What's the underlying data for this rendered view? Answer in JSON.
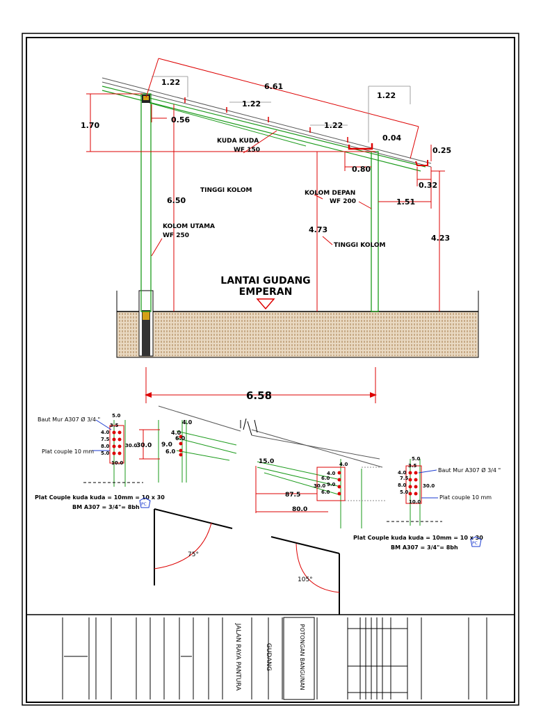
{
  "section": {
    "dims": {
      "slope_length": "6.61",
      "purlin_1": "1.22",
      "purlin_2": "1.22",
      "purlin_3": "1.22",
      "purlin_4": "1.22",
      "rise": "1.70",
      "overhang": "0.56",
      "gutter_gap": "0.04",
      "gutter_h": "0.25",
      "front_offset": "0.80",
      "gutter_w": "0.32",
      "canopy": "1.51",
      "main_col_height": "6.50",
      "front_col_height": "4.73",
      "eave_height": "4.23",
      "span": "6.58"
    },
    "labels": {
      "rafter": "KUDA KUDA",
      "rafter_size": "WF 150",
      "col_height_1": "TINGGI KOLOM",
      "col_height_2": "TINGGI KOLOM",
      "main_col": "KOLOM UTAMA",
      "main_col_size": "WF 250",
      "front_col": "KOLOM DEPAN",
      "front_col_size": "WF 200",
      "floor_1": "LANTAI GUDANG",
      "floor_2": "EMPERAN"
    }
  },
  "details": {
    "left": {
      "bolt": "Baut Mur A307 Ø 3/4 \"",
      "plate": "Plat couple 10 mm",
      "note_1": "Plat Couple kuda kuda = 10mm = 10 x 30",
      "note_2": "BM A307 = 3/4\"= 8bh",
      "dims": [
        "5.0",
        "3.5",
        "4.0",
        "7.5",
        "8.0",
        "5.0",
        "10.0",
        "30.0"
      ]
    },
    "middle": {
      "dims": [
        "4.0",
        "4.0",
        "6.0",
        "9.0",
        "6.0",
        "30.0"
      ]
    },
    "right_joint": {
      "dims": [
        "15.0",
        "4.0",
        "4.0",
        "6.0",
        "9.0",
        "30.0",
        "6.0",
        "87.5",
        "80.0"
      ]
    },
    "right": {
      "bolt": "Baut Mur A307 Ø 3/4 \"",
      "plate": "Plat couple 10 mm",
      "note_1": "Plat Couple kuda kuda = 10mm = 10 x 30",
      "note_2": "BM A307 = 3/4\"= 8bh",
      "dims": [
        "5.0",
        "3.5",
        "4.0",
        "7.5",
        "8.0",
        "5.0",
        "10.0",
        "30.0"
      ]
    },
    "angles": {
      "a1": "75°",
      "a2": "105°"
    },
    "pc": "PC"
  },
  "title_block": {
    "project": "JALAN RAYA PANTURA",
    "building": "GUDANG",
    "sheet": "POTONGAN BANGUNAN"
  }
}
